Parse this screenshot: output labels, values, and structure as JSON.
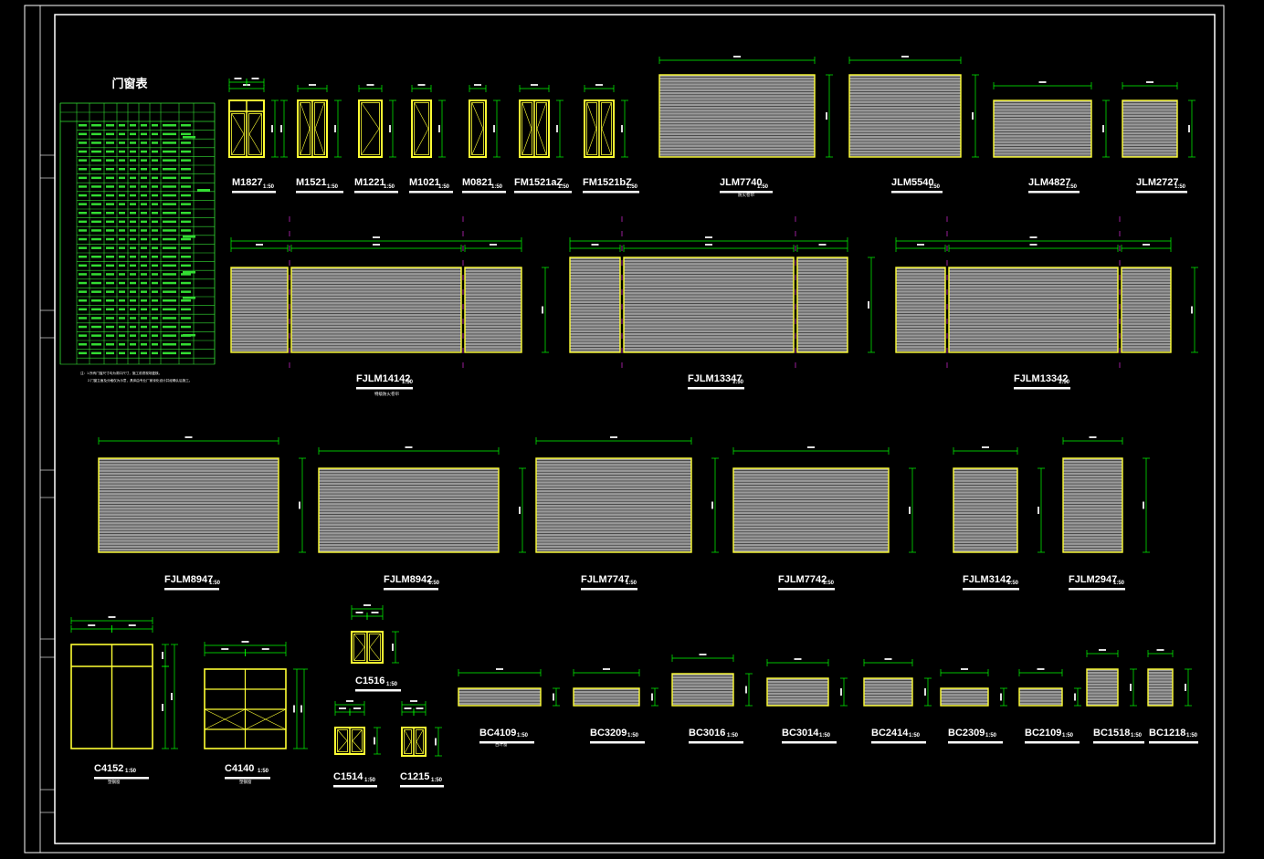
{
  "table": {
    "title": "门窗表",
    "notes": [
      "注：1.所有门窗尺寸均为洞口尺寸，施工前须现场复核。",
      "2.门窗立面及分格仅为示意，具体由专业厂家深化设计并经确认后施工。"
    ]
  },
  "scale": "1:50",
  "row1": [
    {
      "name": "M1827"
    },
    {
      "name": "M1521"
    },
    {
      "name": "M1221"
    },
    {
      "name": "M1021"
    },
    {
      "name": "M0821"
    },
    {
      "name": "FM1521aZ"
    },
    {
      "name": "FM1521bZ"
    },
    {
      "name": "JLM7740",
      "sub": "防火卷帘"
    },
    {
      "name": "JLM5540"
    },
    {
      "name": "JLM4827"
    },
    {
      "name": "JLM2727"
    }
  ],
  "row2": [
    {
      "name": "FJLM14142",
      "sub": "特级防火卷帘"
    },
    {
      "name": "FJLM13347"
    },
    {
      "name": "FJLM13342"
    }
  ],
  "row3": [
    {
      "name": "FJLM8947"
    },
    {
      "name": "FJLM8942"
    },
    {
      "name": "FJLM7747"
    },
    {
      "name": "FJLM7742"
    },
    {
      "name": "FJLM3142"
    },
    {
      "name": "FJLM2947"
    }
  ],
  "row4": [
    {
      "name": "C4152",
      "sub": "塑钢窗"
    },
    {
      "name": "C4140",
      "sub": "塑钢窗"
    },
    {
      "name": "C1516"
    },
    {
      "name": "C1514"
    },
    {
      "name": "C1215"
    },
    {
      "name": "BC4109",
      "sub": "百叶窗"
    },
    {
      "name": "BC3209"
    },
    {
      "name": "BC3016"
    },
    {
      "name": "BC3014"
    },
    {
      "name": "BC2414"
    },
    {
      "name": "BC2309"
    },
    {
      "name": "BC2109"
    },
    {
      "name": "BC1518"
    },
    {
      "name": "BC1218"
    }
  ],
  "colors": {
    "frame": "#ffff33",
    "dim": "#00ff00",
    "shutter": "#9a9a9a",
    "slat": "#4a4a4a",
    "axis": "#ff33ff",
    "border": "#ffffff",
    "table": "#33dd33"
  }
}
